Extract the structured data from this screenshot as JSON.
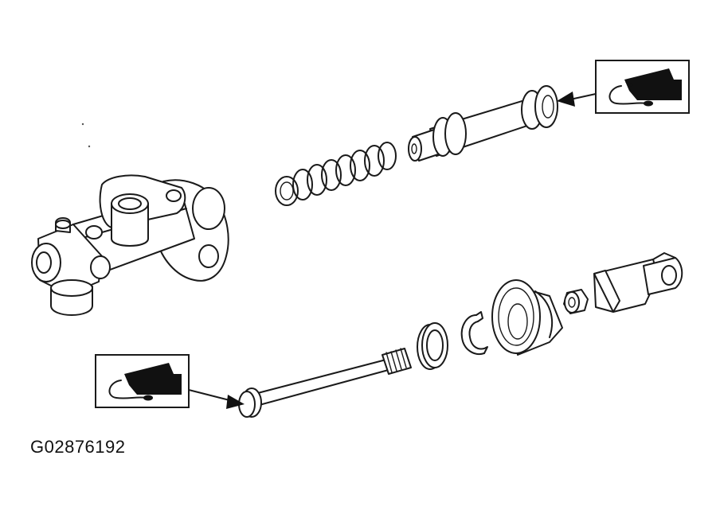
{
  "figure": {
    "id_label": "G02876192"
  },
  "icons": {
    "grease_top": "grease-application-icon",
    "grease_bottom": "grease-application-icon"
  },
  "parts": [
    "master-cylinder-body",
    "return-spring",
    "piston-assembly",
    "push-rod",
    "seal-ring",
    "retaining-clip",
    "dust-boot",
    "lock-nut",
    "clevis"
  ]
}
